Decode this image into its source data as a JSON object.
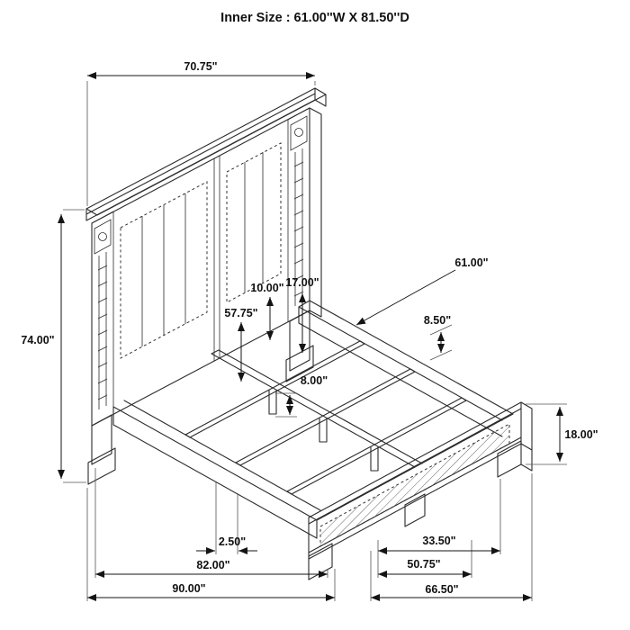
{
  "title": "Inner Size : 61.00''W X 81.50''D",
  "dims": {
    "d7075": "70.75\"",
    "d7400": "74.00\"",
    "d6100": "61.00\"",
    "d1000": "10.00\"",
    "d1700": "17.00\"",
    "d5775": "57.75\"",
    "d850": "8.50\"",
    "d800": "8.00\"",
    "d1800": "18.00\"",
    "d250": "2.50\"",
    "d3350": "33.50\"",
    "d8200": "82.00\"",
    "d5075": "50.75\"",
    "d9000": "90.00\"",
    "d6650": "66.50\""
  },
  "colors": {
    "ink": "#222222",
    "background": "#ffffff"
  }
}
